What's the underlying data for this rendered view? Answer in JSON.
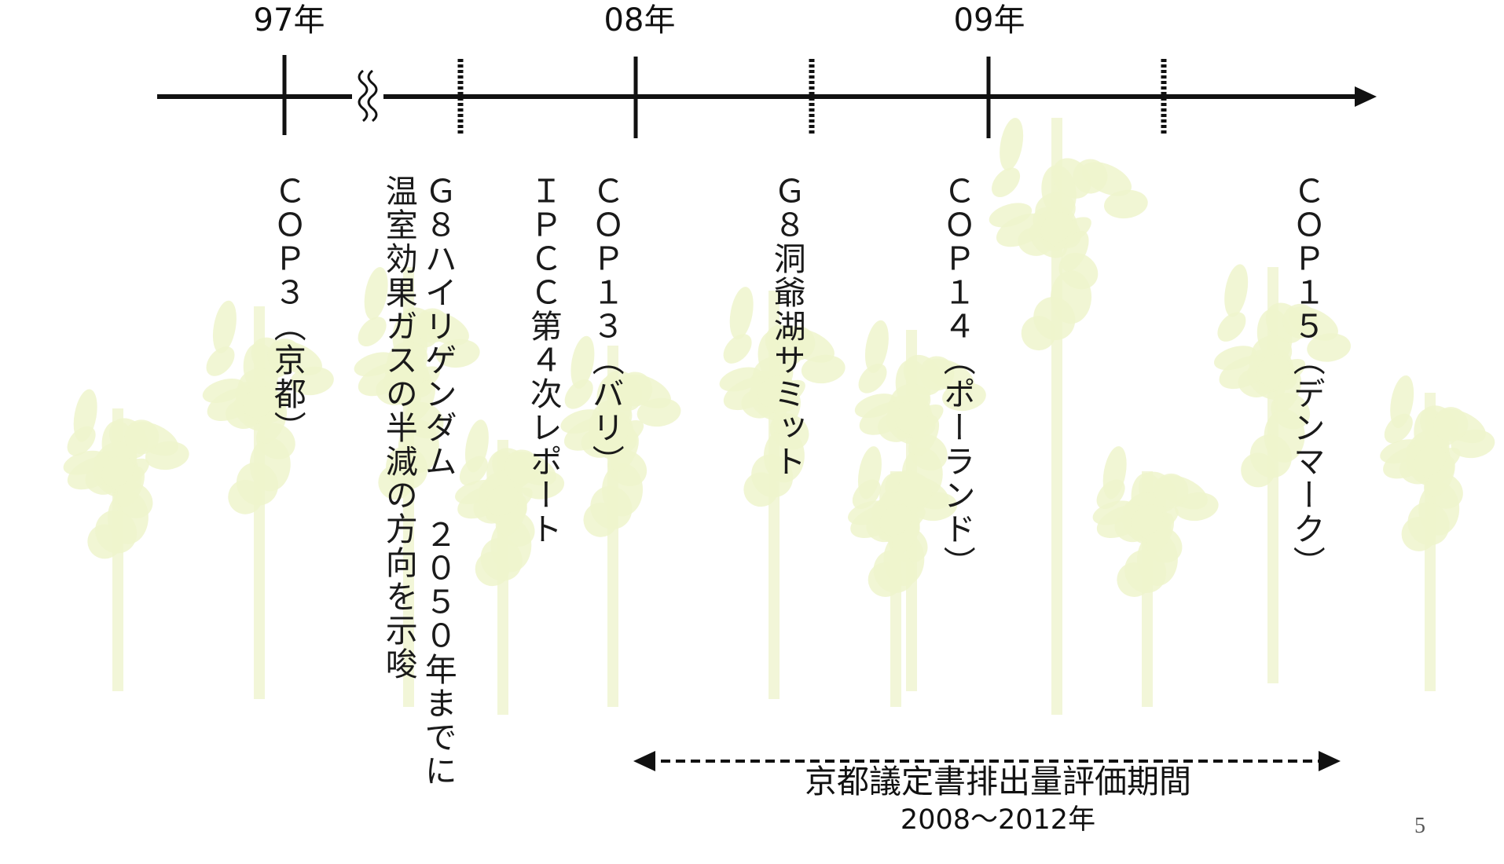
{
  "years": {
    "y97": "97年",
    "y08": "08年",
    "y09": "09年"
  },
  "events": {
    "cop3": "ＣＯＰ３（京都）",
    "g8_heiligendamm": "Ｇ８ハイリゲンダム ２０５０年までに",
    "g8_heiligendamm_2": "温室効果ガスの半減の方向を示唆",
    "ipcc": "ＩＰＣＣ第４次レポート",
    "cop13": "ＣＯＰ１３（バリ）",
    "g8_toyako": "Ｇ８洞爺湖サミット",
    "cop14": "ＣＯＰ１４（ポーランド）",
    "cop15": "ＣＯＰ１５（デンマーク）"
  },
  "period": {
    "title": "京都議定書排出量評価期間",
    "years": "2008～2012年"
  },
  "page_number": "5",
  "colors": {
    "timeline": "#111111",
    "tree_leaf": "#eef4cc",
    "tree_trunk": "#f2f6d8",
    "text": "#111111"
  },
  "icons": {
    "break_mark": "wavy-break-icon",
    "arrow": "arrow-head-icon",
    "tree": "tree-silhouette-icon"
  }
}
